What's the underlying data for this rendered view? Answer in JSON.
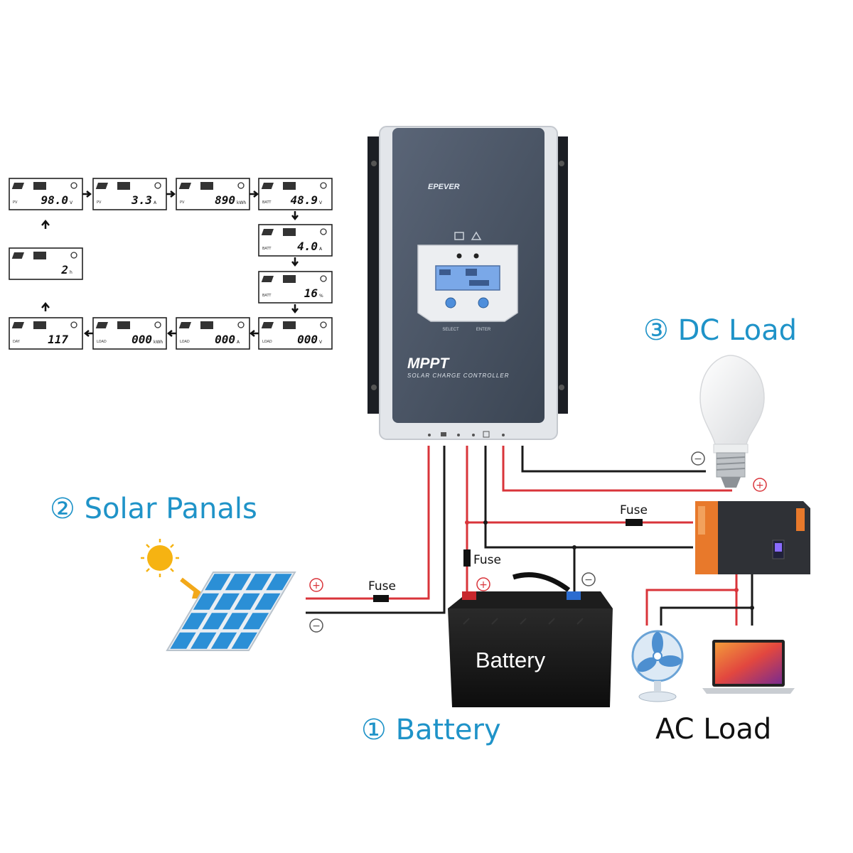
{
  "controller": {
    "brand": "EPEVER",
    "title": "MPPT",
    "subtitle": "SOLAR CHARGE CONTROLLER",
    "button_left": "SELECT",
    "button_right": "ENTER",
    "body_color": "#4a5566",
    "frame_color": "#e3e6ea"
  },
  "lcd_screens": [
    {
      "value": "98.0",
      "unit": "V",
      "tag": "PV"
    },
    {
      "value": "3.3",
      "unit": "A",
      "tag": "PV"
    },
    {
      "value": "890",
      "unit": "kWh",
      "tag": "PV"
    },
    {
      "value": "48.9",
      "unit": "V",
      "tag": "BATT"
    },
    {
      "value": "4.0",
      "unit": "A",
      "tag": "BATT"
    },
    {
      "value": "16",
      "unit": "%",
      "tag": "BATT"
    },
    {
      "value": "000",
      "unit": "V",
      "tag": "LOAD"
    },
    {
      "value": "000",
      "unit": "A",
      "tag": "LOAD"
    },
    {
      "value": "000",
      "unit": "kWh",
      "tag": "LOAD"
    },
    {
      "value": "117",
      "unit": "",
      "tag": "DAY"
    },
    {
      "value": "2",
      "unit": "h",
      "tag": ""
    }
  ],
  "labels": {
    "battery_section": "① Battery",
    "solar_section": "② Solar Panals",
    "dc_section": "③ DC Load",
    "ac_section": "AC Load",
    "battery_box": "Battery",
    "fuse_solar": "Fuse",
    "fuse_battery": "Fuse",
    "fuse_inverter": "Fuse",
    "plus": "+",
    "minus": "−"
  },
  "colors": {
    "label_blue": "#1f93c8",
    "wire_red": "#d9343a",
    "wire_black": "#1a1a1a",
    "inverter_orange": "#e8792b",
    "panel_blue": "#2b8fd6",
    "sun": "#f6b312"
  }
}
